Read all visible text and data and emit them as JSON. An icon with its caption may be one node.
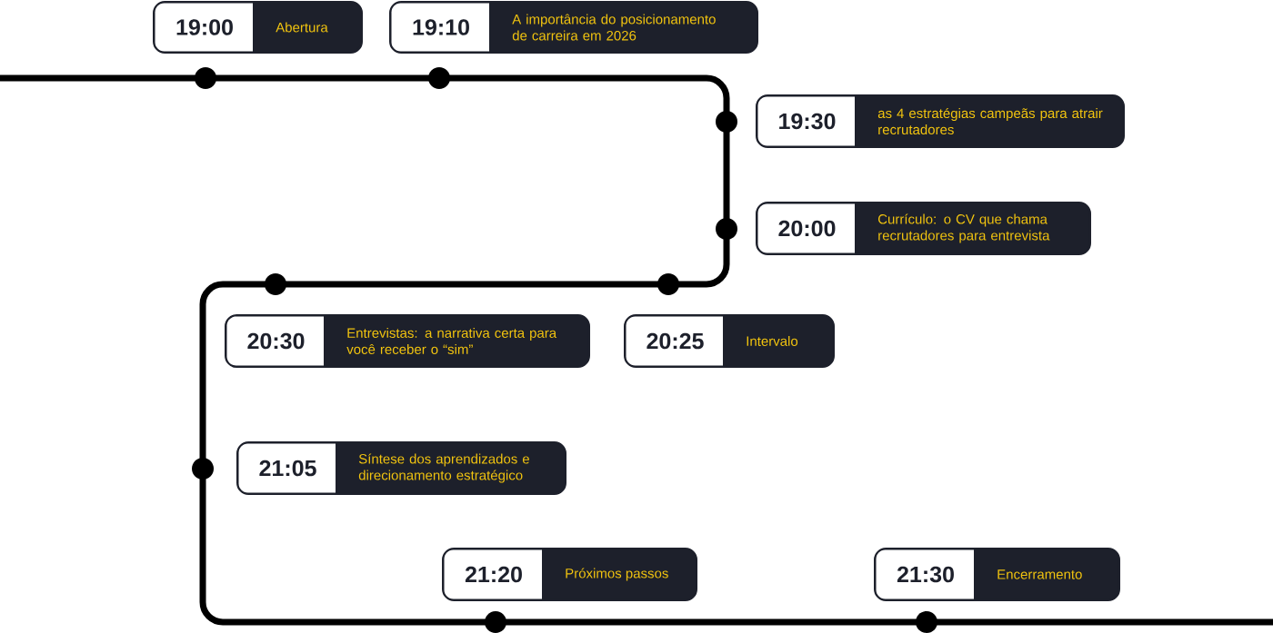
{
  "diagram": {
    "nodes": [
      {
        "text": [
          "19:00",
          "Abertura"
        ]
      },
      {
        "text": [
          "19:10",
          "A importância do posicionamento de carreira em 2026"
        ]
      },
      {
        "text": [
          "19:30",
          "as 4 estratégias campeãs para atrair recrutadores"
        ]
      },
      {
        "text": [
          "20:00",
          "Currículo: o CV que chama recrutadores para entrevista"
        ]
      },
      {
        "text": [
          "20:25",
          "Intervalo"
        ]
      },
      {
        "text": [
          "20:30",
          "Entrevistas: a narrativa certa para você receber o “sim”"
        ]
      },
      {
        "text": [
          "21:05",
          "Síntese dos aprendizados e direcionamento estratégico"
        ]
      },
      {
        "text": [
          "21:20",
          "Próximos passos"
        ]
      },
      {
        "text": [
          "21:30",
          "Encerramento"
        ]
      }
    ]
  }
}
